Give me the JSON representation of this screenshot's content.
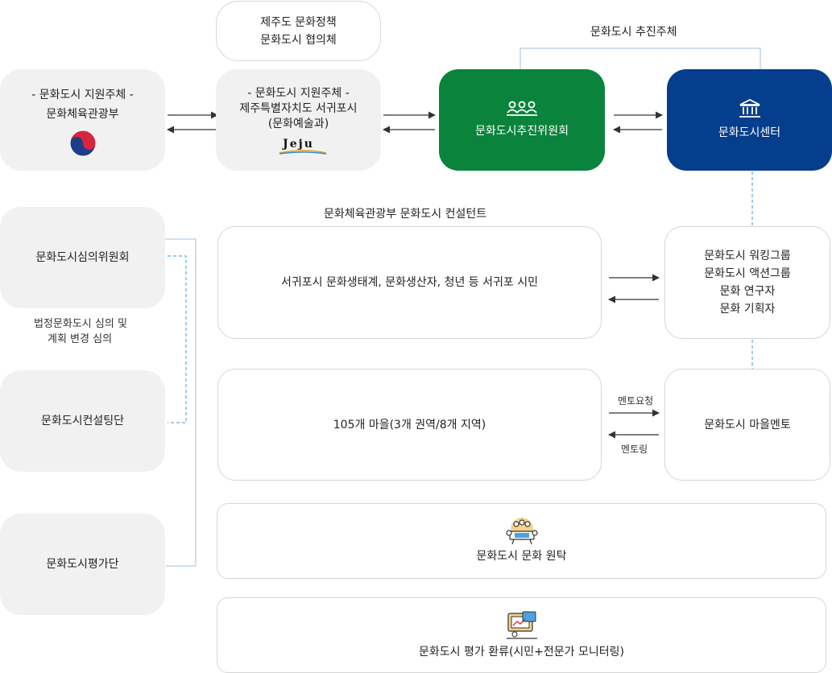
{
  "top_left_box": {
    "line1": "제주도 문화정책",
    "line2": "문화도시 협의체"
  },
  "ministry": {
    "line1": "- 문화도시 지원주체 -",
    "line2": "문화체육관광부"
  },
  "seogwipo": {
    "line1": "- 문화도시 지원주체 -",
    "line2": "제주특별자치도 서귀포시",
    "line3": "(문화예술과)",
    "logo_text": "Jeju"
  },
  "committee": {
    "label": "문화도시추진위원회"
  },
  "center": {
    "label": "문화도시센터"
  },
  "promoter_label": "문화도시 추진주체",
  "consultant_label": "문화체육관광부 문화도시 컨설턴트",
  "deliberation": {
    "label": "문화도시심의위원회",
    "note_line1": "법정문화도시 심의 및",
    "note_line2": "계획 변경 심의"
  },
  "consulting": {
    "label": "문화도시컨설팅단"
  },
  "evaluation": {
    "label": "문화도시평가단"
  },
  "citizens": {
    "label": "서귀포시 문화생태계, 문화생산자, 청년 등 서귀포 시민"
  },
  "groups": {
    "line1": "문화도시 워킹그룹",
    "line2": "문화도시 액션그룹",
    "line3": "문화 연구자",
    "line4": "문화 기획자"
  },
  "villages": {
    "label": "105개 마을(3개 권역/8개 지역)"
  },
  "mentor": {
    "label": "문화도시 마을멘토",
    "request_label": "멘토요청",
    "mentoring_label": "멘토링"
  },
  "consign": {
    "label": "문화도시 문화 원탁"
  },
  "feedback": {
    "label": "문화도시 평가 환류(시민+전문가 모니터링)"
  },
  "icons": [
    "committee-people-icon",
    "center-building-icon",
    "korea-taegeuk-icon",
    "jeju-logo",
    "roundtable-icon",
    "monitoring-icon"
  ],
  "colors": {
    "green": "#0a833c",
    "navy": "#053e8c",
    "box_gray": "#f1f1f1",
    "dashed_blue": "#3d9ad6",
    "connector": "#9cc2d8"
  }
}
